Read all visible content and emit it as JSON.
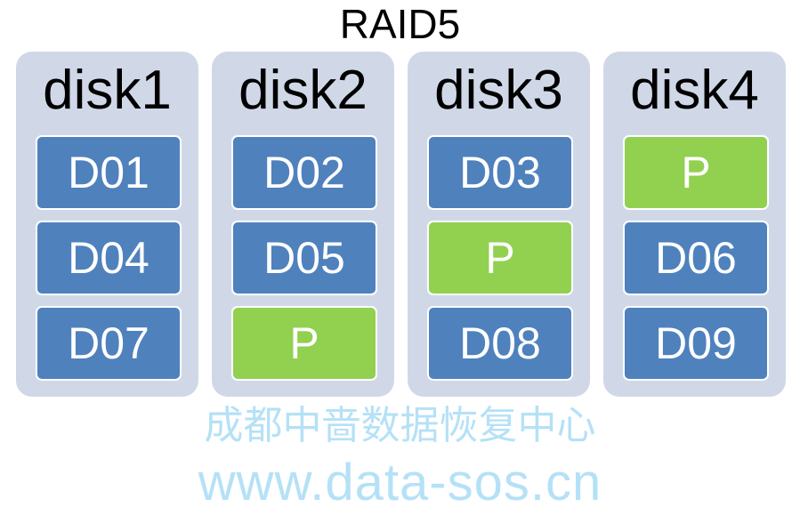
{
  "title": "RAID5",
  "colors": {
    "data": "#4f81bd",
    "parity": "#92d050",
    "disk_bg": "#d0d8e8"
  },
  "disks": [
    {
      "label": "disk1",
      "blocks": [
        {
          "text": "D01",
          "type": "data"
        },
        {
          "text": "D04",
          "type": "data"
        },
        {
          "text": "D07",
          "type": "data"
        }
      ]
    },
    {
      "label": "disk2",
      "blocks": [
        {
          "text": "D02",
          "type": "data"
        },
        {
          "text": "D05",
          "type": "data"
        },
        {
          "text": "P",
          "type": "parity"
        }
      ]
    },
    {
      "label": "disk3",
      "blocks": [
        {
          "text": "D03",
          "type": "data"
        },
        {
          "text": "P",
          "type": "parity"
        },
        {
          "text": "D08",
          "type": "data"
        }
      ]
    },
    {
      "label": "disk4",
      "blocks": [
        {
          "text": "P",
          "type": "parity"
        },
        {
          "text": "D06",
          "type": "data"
        },
        {
          "text": "D09",
          "type": "data"
        }
      ]
    }
  ],
  "watermark": {
    "line1": "成都中啬数据恢复中心",
    "line2": "www.data-sos.cn"
  }
}
